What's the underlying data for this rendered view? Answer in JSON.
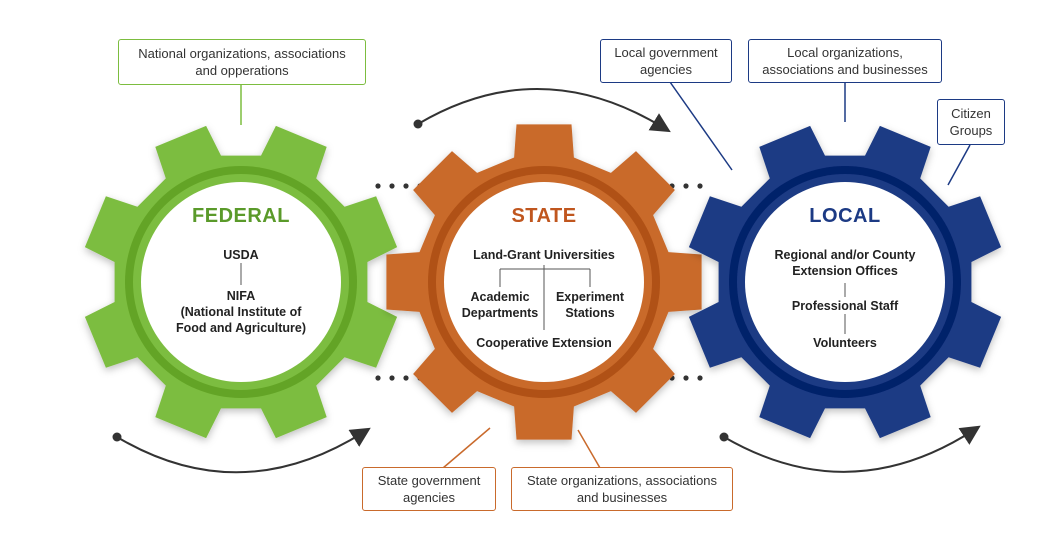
{
  "gears": {
    "federal": {
      "title": "FEDERAL",
      "color": "#7cbd3f",
      "line1": "USDA",
      "line2": "NIFA\n(National Institute of\nFood and Agriculture)"
    },
    "state": {
      "title": "STATE",
      "color": "#c96a2c",
      "top": "Land-Grant Universities",
      "left": "Academic\nDepartments",
      "right": "Experiment\nStations",
      "bottom": "Cooperative Extension"
    },
    "local": {
      "title": "LOCAL",
      "color": "#1c3a84",
      "line1": "Regional and/or County\nExtension Offices",
      "line2": "Professional Staff",
      "line3": "Volunteers"
    }
  },
  "callouts": {
    "national": "National organizations, associations\nand opperations",
    "local_gov": "Local government\nagencies",
    "local_org": "Local organizations,\nassociations and businesses",
    "citizen": "Citizen\nGroups",
    "state_gov": "State government\nagencies",
    "state_org": "State organizations, associations\nand businesses"
  },
  "colors": {
    "federal_title": "#5a9a2a",
    "state_title": "#c0561e",
    "local_title": "#1c3a84",
    "arrow": "#333333"
  }
}
